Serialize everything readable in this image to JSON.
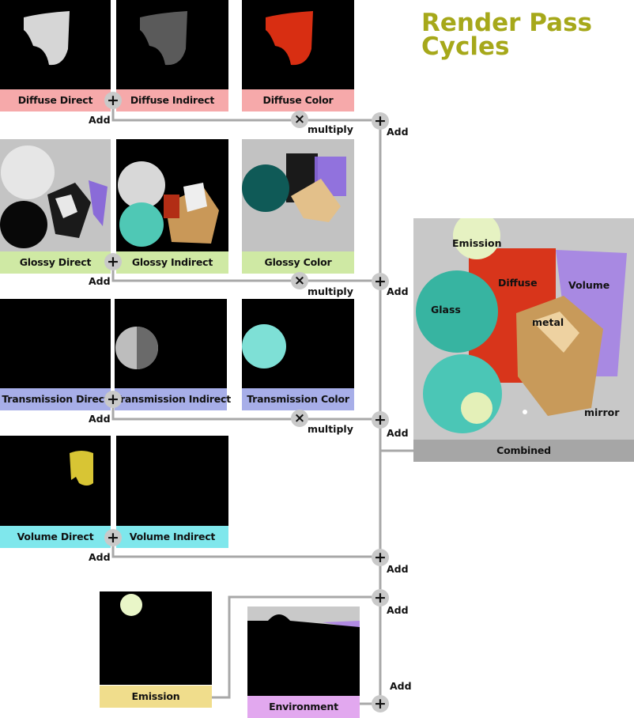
{
  "title": {
    "line1": "Render Pass",
    "line2": "Cycles"
  },
  "passes": {
    "diffuse_direct": "Diffuse Direct",
    "diffuse_indirect": "Diffuse Indirect",
    "diffuse_color": "Diffuse Color",
    "glossy_direct": "Glossy Direct",
    "glossy_indirect": "Glossy Indirect",
    "glossy_color": "Glossy Color",
    "transmission_direct": "Transmission Direct",
    "transmission_indirect": "Transmission Indirect",
    "transmission_color": "Transmission Color",
    "volume_direct": "Volume Direct",
    "volume_indirect": "Volume Indirect",
    "emission": "Emission",
    "environment": "Environment",
    "combined": "Combined"
  },
  "ops": {
    "add": "Add",
    "multiply": "multiply",
    "plus": "+",
    "times": "×"
  },
  "scene_labels": {
    "emission": "Emission",
    "diffuse": "Diffuse",
    "volume": "Volume",
    "glass": "Glass",
    "metal": "metal",
    "mirror": "mirror"
  },
  "colors": {
    "title": "#a6a81a",
    "diffuse_row": "#f6a9aa",
    "glossy_row": "#cfe9a4",
    "transmission_row": "#a7aee8",
    "volume_row": "#7fe7ec",
    "emission": "#f0dd8c",
    "environment": "#e2a8ef",
    "combined": "#a6a6a6",
    "wire": "#a8a8a8"
  }
}
